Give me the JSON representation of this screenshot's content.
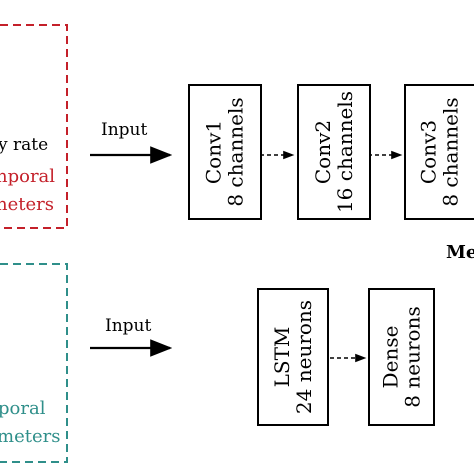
{
  "top_panel": {
    "left_text_line1": "y rate",
    "left_text_line2": "nporal",
    "left_text_line3": "neters",
    "input_label": "Input",
    "boxes": [
      {
        "name": "Conv1",
        "detail": "8 channels"
      },
      {
        "name": "Conv2",
        "detail": "16 channels"
      },
      {
        "name": "Conv3",
        "detail": "8 channels"
      }
    ],
    "right_caption": "Me",
    "colors": {
      "frame": "#c4202a"
    }
  },
  "bottom_panel": {
    "left_text_line1": "poral",
    "left_text_line2": "meters",
    "input_label": "Input",
    "boxes": [
      {
        "name": "LSTM",
        "detail": "24 neurons"
      },
      {
        "name": "Dense",
        "detail": "8 neurons"
      }
    ],
    "colors": {
      "frame": "#2f8f8a"
    }
  }
}
